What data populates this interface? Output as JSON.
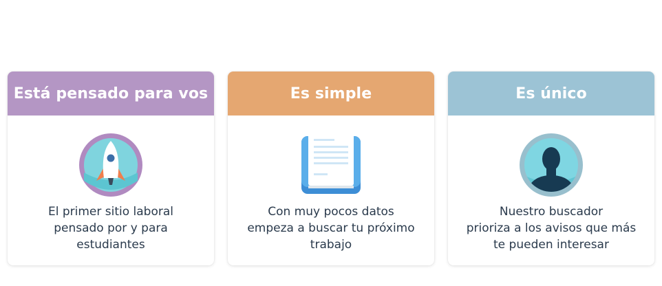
{
  "cards": [
    {
      "title": "Está pensado para vos",
      "header_color": "#b496c4",
      "icon": "rocket-icon",
      "lines": [
        "El primer sitio laboral",
        "pensado por y para",
        "estudiantes"
      ]
    },
    {
      "title": "Es simple",
      "header_color": "#e5a771",
      "icon": "document-icon",
      "lines": [
        "Con muy pocos datos",
        "empeza a buscar tu próximo",
        "trabajo"
      ]
    },
    {
      "title": "Es único",
      "header_color": "#9cc3d5",
      "icon": "user-avatar-icon",
      "lines": [
        "Nuestro buscador",
        "prioriza a los avisos que más",
        "te pueden interesar"
      ]
    }
  ]
}
